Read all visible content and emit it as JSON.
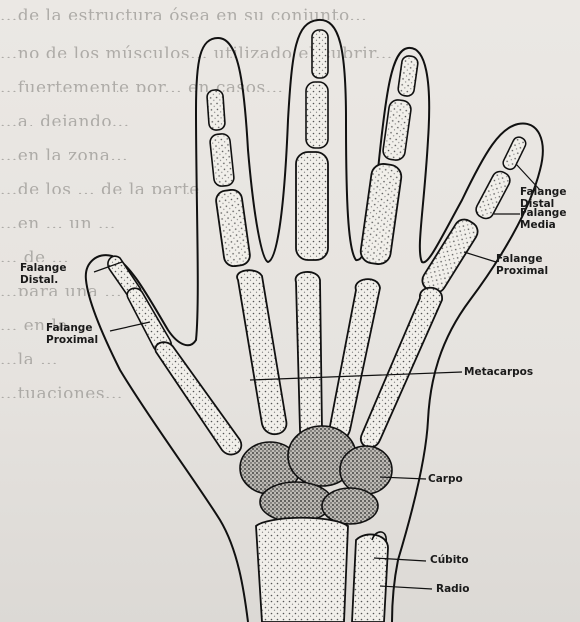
{
  "figure": {
    "labels": {
      "falange_distal_left": [
        "Falange",
        "Distal."
      ],
      "falange_proximal_left": [
        "Falange",
        "Proximal"
      ],
      "falange_distal_right": [
        "Falange",
        "Distal"
      ],
      "falange_media": [
        "Falange",
        "Media"
      ],
      "falange_proximal_right": [
        "Falange",
        "Proximal"
      ],
      "metacarpos": "Metacarpos",
      "carpo": "Carpo",
      "cubito": "Cúbito",
      "radio": "Radio"
    },
    "background_text": [
      "...de la estructura ósea en su conjunto...",
      "...no de los músculos... utilizado el cubrir...",
      "...fuertemente por... en casos...",
      "...a, dejando...",
      "...en la zona...",
      "...de los ... de la parte",
      "...en ... un ...",
      "... de ...",
      "...para una ...",
      "... en la",
      "...la ...",
      "...tuaciones..."
    ]
  }
}
